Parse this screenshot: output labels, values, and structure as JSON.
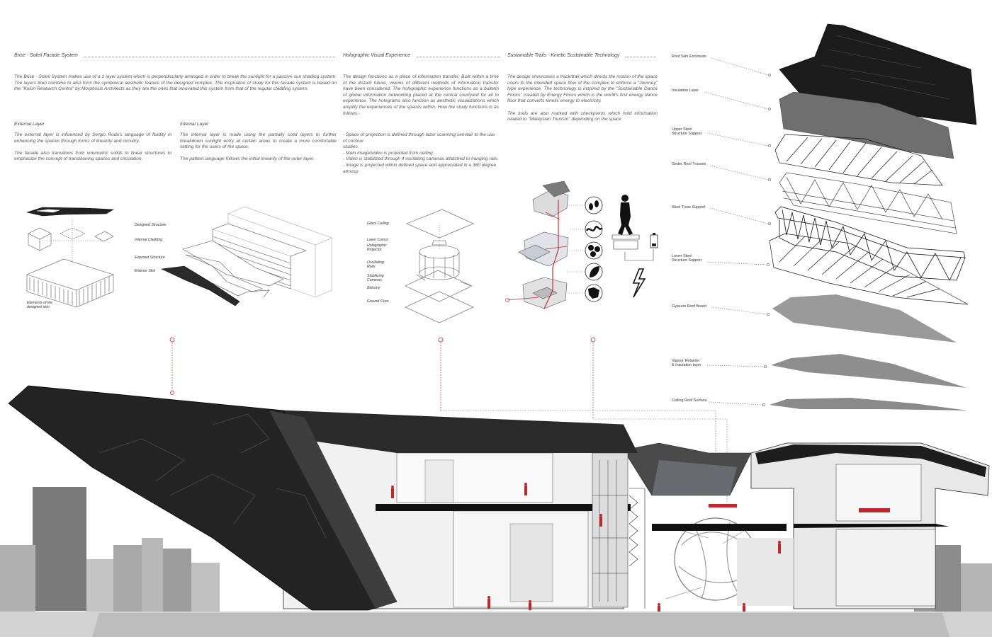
{
  "sections": {
    "brise": {
      "title": "Brise - Soleil Facade System",
      "body": "The Brise - Soleil System makes use of a 2 layer system which is perpendicularly arranged in order to break the sunlight for a passive sun shading system. The layers then combine to also form the symbolical aesthetic feature of the designed complex. The inspiration of study for this facade system is based on the \"Kolon Research Centre\" by Morphosis Architects as they are the ones that innovated this system from that of the regular cladding system.",
      "external": {
        "title": "External Layer",
        "body": "The external layer is influenced by Sergio Rodu's language of fluidity in enhancing the spaces through forms of linearity and circuitry.\n\nThe facade also transitions from volumetric solids to linear structures to emphasize the concept of transitioning spaces and circulation."
      },
      "internal": {
        "title": "Internal Layer",
        "body": "The internal layer is made using the partially solid layers to further breakdown sunlight entry at certain areas to create a more comfortable setting for the users of the space.\n\nThe pattern language follows the initial linearity of the outer layer."
      }
    },
    "holo": {
      "title": "Holographic Visual Experience",
      "body": "The design functions as a place of information transfer. Built within a time of the distant future, visions of different methods of information transfer have been considered. The holographic experience functions as a bulletin of global information networking placed at the central courtyard for all to experience. The holograms also function as aesthetic visualizations which amplify the experiences of the spaces within. How the study functions is as follows:-",
      "bullets": "- Space of projection is defined through lazer scanning semilair to the use of contour\n   studies\n- Main image/video is projected from ceiling\n- Video is stabilized through 4 oscilating cameras attatched to hanging rails\n- Image is projected within defined space and appreciated in a 360 degree atmosp"
    },
    "trails": {
      "title": "Sustainable Trails - Kinetic Sustainable Technology",
      "body": "The design showcases a track/trail which directs the motion of the space users to the intended space flow of the complex to enforce a \"Journey\" type experience. The technology is inspired by the \"Sustainable Dance Floors\" created by Energy Floors which is the world's first energy dance floor that converts kinetic energy to electricity.\n\nThe trails are also marked with checkpoints which hold information related to \"Malaysian Tourism\" depending on the space"
    }
  },
  "diagram_labels": {
    "elements_caption": "Elements of the\ndesigned skin",
    "skin_layers": [
      "Designed Structure",
      "Internal Cladding",
      "Exposed Structure",
      "Exterior Skin"
    ],
    "holo_layers": [
      "Glass Ceiling",
      "Laser Cursor",
      "Holographic\nProjector",
      "Oscillating\nRails",
      "Stabilizing\nCameras",
      "Balcony",
      "Ground Floor"
    ]
  },
  "roof_layers": [
    "Roof Skin Enclosure",
    "Insulation Layer",
    "Upper Steel\nStructure Support",
    "Girder Roof Trusses",
    "Steel Truss Support",
    "Lower Steel\nStructure Support",
    "Gypsum Roof Board",
    "Vapour Retarder\n& Insulation layer",
    "Ceiling Roof Surface"
  ],
  "colors": {
    "accent": "#c0272d",
    "dark": "#1c1c1c",
    "mid": "#6f6f6f",
    "city": "#8a8a8a"
  },
  "icons": [
    "footprint-icon",
    "wave-icon",
    "pie-icon",
    "leaf-icon",
    "map-icon",
    "person-icon",
    "battery-icon",
    "lightning-icon"
  ]
}
